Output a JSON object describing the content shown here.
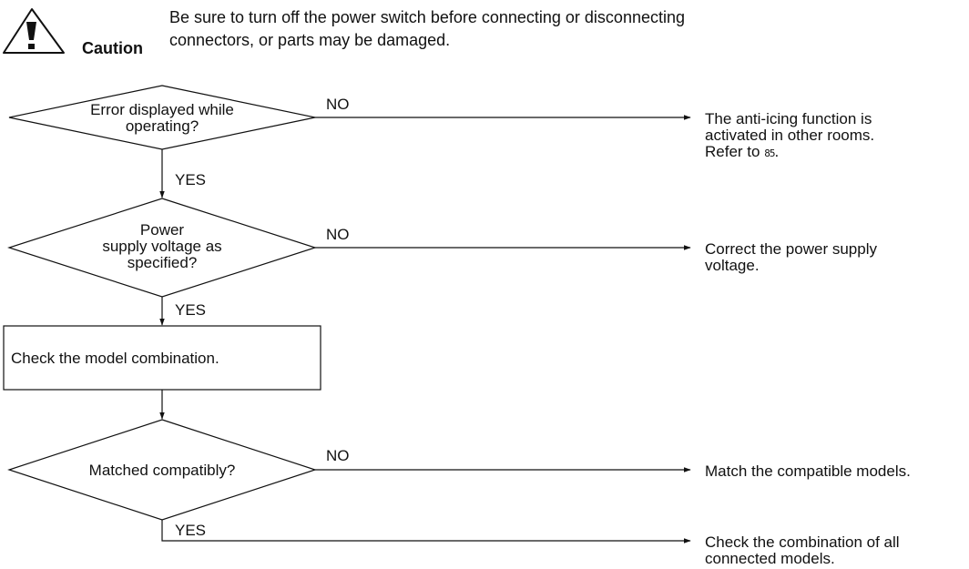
{
  "caution": {
    "label": "Caution",
    "icon": "warning-triangle-icon",
    "text_line1": "Be sure to turn off the power switch before connecting or disconnecting",
    "text_line2": "connectors, or parts may be damaged."
  },
  "flowchart": {
    "decision1": {
      "line1": "Error displayed while",
      "line2": "operating?"
    },
    "decision1_no": "NO",
    "decision1_yes": "YES",
    "result1": {
      "line1": "The anti-icing function is",
      "line2": "activated in other rooms.",
      "line3_prefix": "Refer to ",
      "line3_code": "85",
      "line3_suffix": "."
    },
    "decision2": {
      "line1": "Power",
      "line2": "supply voltage as",
      "line3": "specified?"
    },
    "decision2_no": "NO",
    "decision2_yes": "YES",
    "result2": {
      "line1": "Correct the power supply",
      "line2": "voltage."
    },
    "process1": "Check the model combination.",
    "decision3": "Matched compatibly?",
    "decision3_no": "NO",
    "decision3_yes": "YES",
    "result3": "Match the compatible models.",
    "result4": {
      "line1": "Check the combination of all",
      "line2": "connected models."
    }
  }
}
